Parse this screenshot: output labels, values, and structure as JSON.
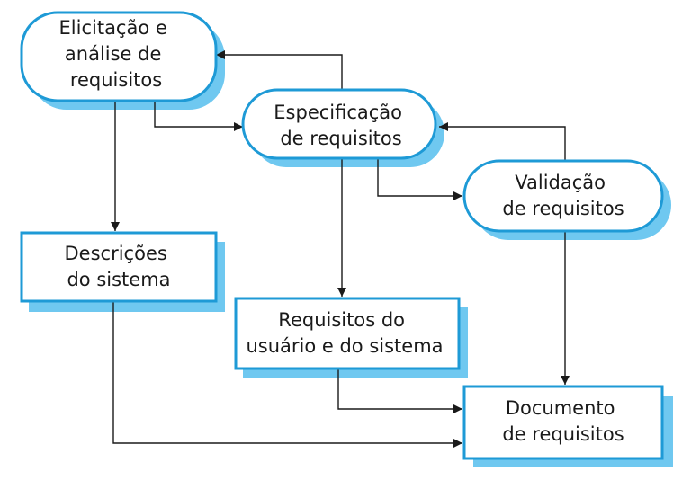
{
  "diagram": {
    "nodes": {
      "elicitacao": {
        "lines": [
          "Elicitação e",
          "análise de",
          "requisitos"
        ],
        "shape": "rounded"
      },
      "especificacao": {
        "lines": [
          "Especificação",
          "de requisitos"
        ],
        "shape": "rounded"
      },
      "validacao": {
        "lines": [
          "Validação",
          "de requisitos"
        ],
        "shape": "rounded"
      },
      "descricoes": {
        "lines": [
          "Descrições",
          "do sistema"
        ],
        "shape": "rectangle"
      },
      "req_usuario": {
        "lines": [
          "Requisitos do",
          "usuário e do sistema"
        ],
        "shape": "rectangle"
      },
      "documento": {
        "lines": [
          "Documento",
          "de requisitos"
        ],
        "shape": "rectangle"
      }
    },
    "edges": [
      {
        "from": "especificacao",
        "to": "elicitacao"
      },
      {
        "from": "elicitacao",
        "to": "especificacao"
      },
      {
        "from": "elicitacao",
        "to": "descricoes"
      },
      {
        "from": "validacao",
        "to": "especificacao"
      },
      {
        "from": "especificacao",
        "to": "validacao"
      },
      {
        "from": "especificacao",
        "to": "req_usuario"
      },
      {
        "from": "validacao",
        "to": "documento"
      },
      {
        "from": "req_usuario",
        "to": "documento"
      },
      {
        "from": "descricoes",
        "to": "documento"
      }
    ],
    "colors": {
      "border": "#1e9ad6",
      "shadow": "#6fc8f0",
      "fill": "#ffffff",
      "arrow": "#1a1a1a"
    }
  }
}
